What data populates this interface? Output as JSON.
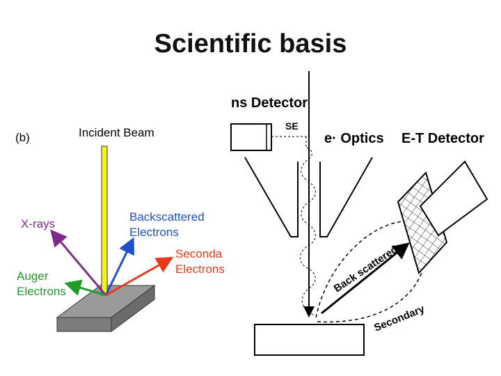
{
  "title": "Scientific basis",
  "left_diagram": {
    "panel_label": "(b)",
    "incident_beam": "Incident Beam",
    "xrays": "X-rays",
    "backscattered_line1": "Backscattered",
    "backscattered_line2": "Electrons",
    "secondary_line1": "Seconda",
    "secondary_line2": "Electrons",
    "auger_line1": "Auger",
    "auger_line2": "Electrons",
    "colors": {
      "beam": "#f7f025",
      "xrays": "#7b2c8a",
      "backscattered": "#1f4fcf",
      "secondary": "#e8391a",
      "auger": "#239b2c",
      "sample_top": "#9a9a9a",
      "sample_side": "#7c7c7c"
    }
  },
  "right_diagram": {
    "bse_detector": "ns Detector",
    "se_tag": "SE",
    "optics": "e· Optics",
    "et_detector": "E-T Detector",
    "backscattered": "Back scattered",
    "secondary": "Secondary"
  }
}
